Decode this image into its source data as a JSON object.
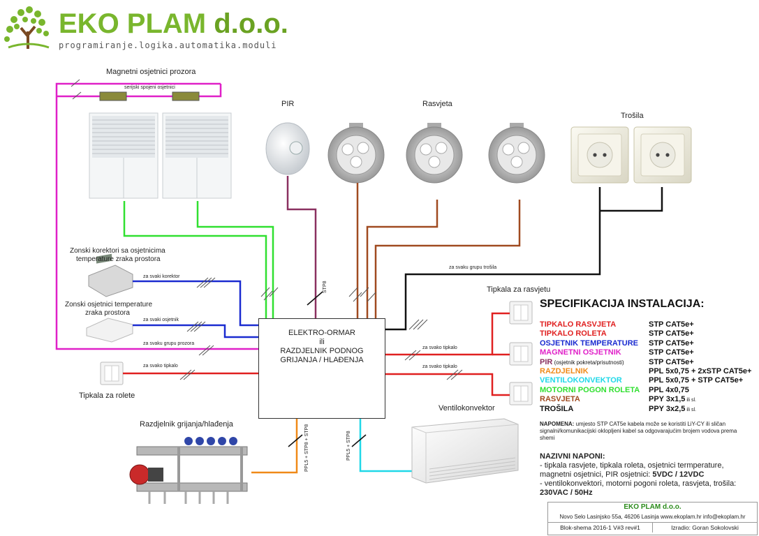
{
  "brand": {
    "name": "EKO PLAM",
    "suffix": "d.o.o.",
    "tagline": "programiranje.logika.automatika.moduli"
  },
  "labels": {
    "magnetni": "Magnetni osjetnici prozora",
    "serijski": "serijski spojeni osjetnici",
    "pir": "PIR",
    "rasvjeta": "Rasvjeta",
    "trosila": "Trošila",
    "zonski_korektori_1": "Zonski korektori sa osjetnicima",
    "zonski_korektori_2": "temperature zraka prostora",
    "zonski_osjetnici_1": "Zonski osjetnici temperature",
    "zonski_osjetnici_2": "zraka prostora",
    "tipkala_rolete": "Tipkala za rolete",
    "tipkala_rasvjetu": "Tipkala za rasvjetu",
    "razdjelnik": "Razdjelnik grijanja/hlađenja",
    "ventilokonvektor": "Ventilokonvektor",
    "za_svaki_korektor": "za svaki korektor",
    "za_svaki_osjetnik": "za svaki osjetnik",
    "za_svaku_grupu_prozora": "za svaku grupu prozora",
    "za_svako_tipkalo": "za svako tipkalo",
    "za_svako_tipkalo_r1": "za svako tipkalo",
    "za_svako_tipkalo_r2": "za svako tipkalo",
    "za_svaku_grupu_trosila": "za svaku grupu trošila",
    "stp8": "STP8",
    "ppl5_stp8_stp8": "PPL5 + STP8 + STP8",
    "ppl5_stp8": "PPL5 + STP8"
  },
  "cabinet": {
    "line1": "ELEKTRO-ORMAR",
    "line2": "ili",
    "line3": "RAZDJELNIK PODNOG",
    "line4": "GRIJANJA / HLAĐENJA"
  },
  "spec": {
    "title": "SPECIFIKACIJA INSTALACIJA:",
    "rows": [
      {
        "name": "TIPKALO RASVJETA",
        "sub": "",
        "value": "STP CAT5e+",
        "small": "",
        "color": "#e02020"
      },
      {
        "name": "TIPKALO ROLETA",
        "sub": "",
        "value": "STP CAT5e+",
        "small": "",
        "color": "#e02020"
      },
      {
        "name": "OSJETNIK TEMPERATURE",
        "sub": "",
        "value": "STP CAT5e+",
        "small": "",
        "color": "#1a2bd0"
      },
      {
        "name": "MAGNETNI OSJETNIK",
        "sub": "",
        "value": "STP CAT5e+",
        "small": "",
        "color": "#e020c8"
      },
      {
        "name": "PIR",
        "sub": " (osjetnik pokreta/prisutnosti)",
        "value": "STP CAT5e+",
        "small": "",
        "color": "#8a3060"
      },
      {
        "name": "RAZDJELNIK",
        "sub": "",
        "value": "PPL 5x0,75 + 2xSTP CAT5e+",
        "small": "",
        "color": "#f08a18"
      },
      {
        "name": "VENTILOKONVEKTOR",
        "sub": "",
        "value": "PPL 5x0,75 + STP CAT5e+",
        "small": "",
        "color": "#20d8e8"
      },
      {
        "name": "MOTORNI POGON ROLETA",
        "sub": "",
        "value": "PPL 4x0,75",
        "small": "",
        "color": "#30e030"
      },
      {
        "name": "RASVJETA",
        "sub": "",
        "value": "PPY 3x1,5",
        "small": " ili sl.",
        "color": "#a04a20"
      },
      {
        "name": "TROŠILA",
        "sub": "",
        "value": "PPY 3x2,5",
        "small": " ili sl.",
        "color": "#111111"
      }
    ]
  },
  "note": {
    "prefix": "NAPOMENA:",
    "text": " umjesto STP CAT5e kabela može se koristiti LiY-CY ili sličan signalni/komunikacijski oklopljeni kabel sa odgovarajućim brojem vodova prema shemi"
  },
  "naponi": {
    "title": "NAZIVNI NAPONI:",
    "line1": "- tipkala rasvjete, tipkala roleta, osjetnici termperature,",
    "line2": "magnetni osjetnici, PIR osjetnici: ",
    "line2b": "5VDC / 12VDC",
    "line3": "- ventilokonvektori, motorni pogoni roleta, rasvjeta, trošila:",
    "line4": "230VAC / 50Hz"
  },
  "footer": {
    "company": "EKO PLAM d.o.o.",
    "address": "Novo Selo Lasinjsko 55a, 46206 Lasinja  www.ekoplam.hr info@ekoplam.hr",
    "doc": "Blok-shema 2016-1 V#3 rev#1",
    "author": "Izradio: Goran Sokolovski"
  },
  "colors": {
    "magnetic": "#e020c8",
    "motor": "#30e030",
    "pir": "#8a3060",
    "light": "#a04a20",
    "load": "#111111",
    "temp": "#1a2bd0",
    "button": "#e02020",
    "manifold": "#f08a18",
    "fancoil": "#20d8e8"
  },
  "icons": [
    "tree-logo-icon",
    "window-blind-icon",
    "pir-sensor-icon",
    "led-bulb-icon",
    "socket-icon",
    "thermostat-icon",
    "sensor-box-icon",
    "wall-switch-icon",
    "dinrail-module-icon",
    "manifold-icon",
    "fancoil-icon"
  ]
}
